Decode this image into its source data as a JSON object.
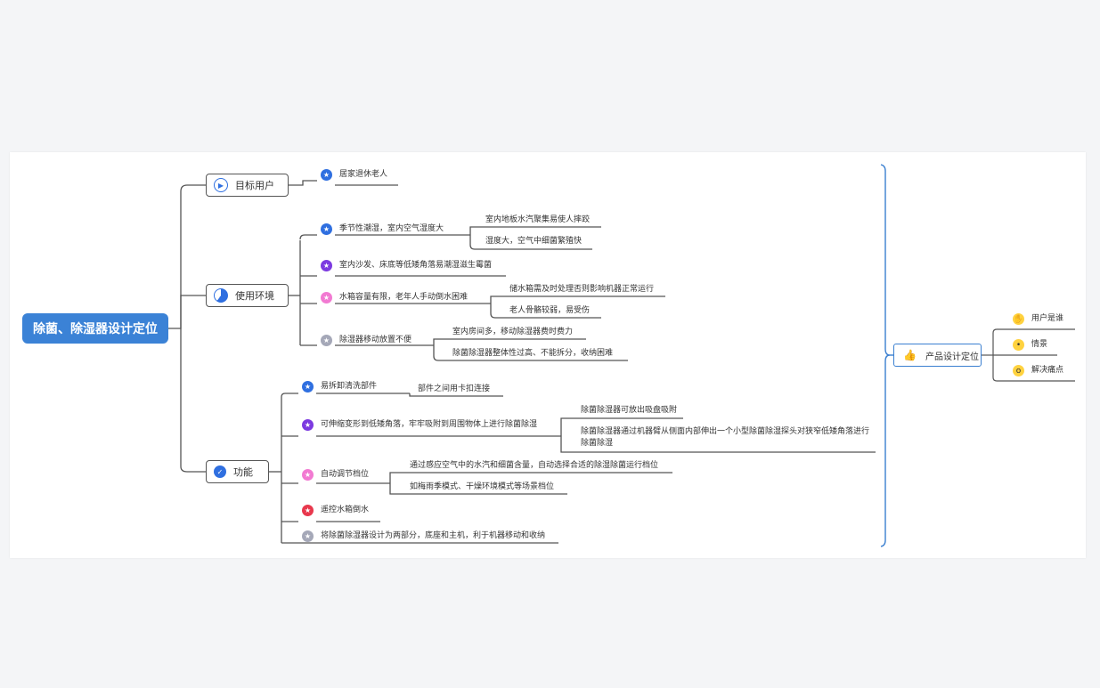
{
  "root": {
    "label": "除菌、除湿器设计定位"
  },
  "branches": [
    {
      "label": "目标用户",
      "icon": "play-circle-icon"
    },
    {
      "label": "使用环境",
      "icon": "pie-progress-icon"
    },
    {
      "label": "功能",
      "icon": "check-circle-icon"
    }
  ],
  "target_users": {
    "items": [
      "居家退休老人"
    ]
  },
  "environment": {
    "items": [
      {
        "label": "季节性潮湿，室内空气湿度大",
        "children": [
          "室内地板水汽聚集易使人摔跤",
          "湿度大，空气中细菌繁殖快"
        ]
      },
      {
        "label": "室内沙发、床底等低矮角落易潮湿滋生霉菌",
        "children": []
      },
      {
        "label": "水箱容量有限，老年人手动倒水困难",
        "children": [
          "储水箱需及时处理否则影响机器正常运行",
          "老人骨骼较弱，易受伤"
        ]
      },
      {
        "label": "除湿器移动放置不便",
        "children": [
          "室内房间多，移动除湿器费时费力",
          "除菌除湿器整体性过高、不能拆分，收纳困难"
        ]
      }
    ]
  },
  "functions": {
    "items": [
      {
        "label": "易拆卸清洗部件",
        "children": [
          "部件之间用卡扣连接"
        ]
      },
      {
        "label": "可伸缩变形到低矮角落，牢牢吸附到周围物体上进行除菌除湿",
        "children": [
          "除菌除湿器可放出吸盘吸附",
          "除菌除湿器通过机器臂从侧面内部伸出一个小型除菌除湿探头对狭窄低矮角落进行除菌除湿"
        ]
      },
      {
        "label": "自动调节档位",
        "children": [
          "通过感应空气中的水汽和细菌含量，自动选择合适的除湿除菌运行档位",
          "如梅雨季模式、干燥环境模式等场景档位"
        ]
      },
      {
        "label": "遥控水箱倒水",
        "children": []
      },
      {
        "label": "将除菌除湿器设计为两部分，底座和主机，利于机器移动和收纳",
        "children": []
      }
    ]
  },
  "summary": {
    "label": "产品设计定位",
    "icon": "thumbs-up-icon",
    "items": [
      {
        "label": "用户是谁",
        "icon": "waving-hand-icon"
      },
      {
        "label": "情景",
        "icon": "face-icon"
      },
      {
        "label": "解决痛点",
        "icon": "surprised-face-icon"
      }
    ]
  },
  "colors": {
    "root": "#3b82d6",
    "line": "#555555",
    "summary_bracket": "#3a7fd0",
    "star_blue": "#2f6fe0",
    "star_purple": "#7c3ae0",
    "star_pink": "#f27ad2",
    "star_gray": "#a5a8b8",
    "star_red": "#e8384d"
  }
}
